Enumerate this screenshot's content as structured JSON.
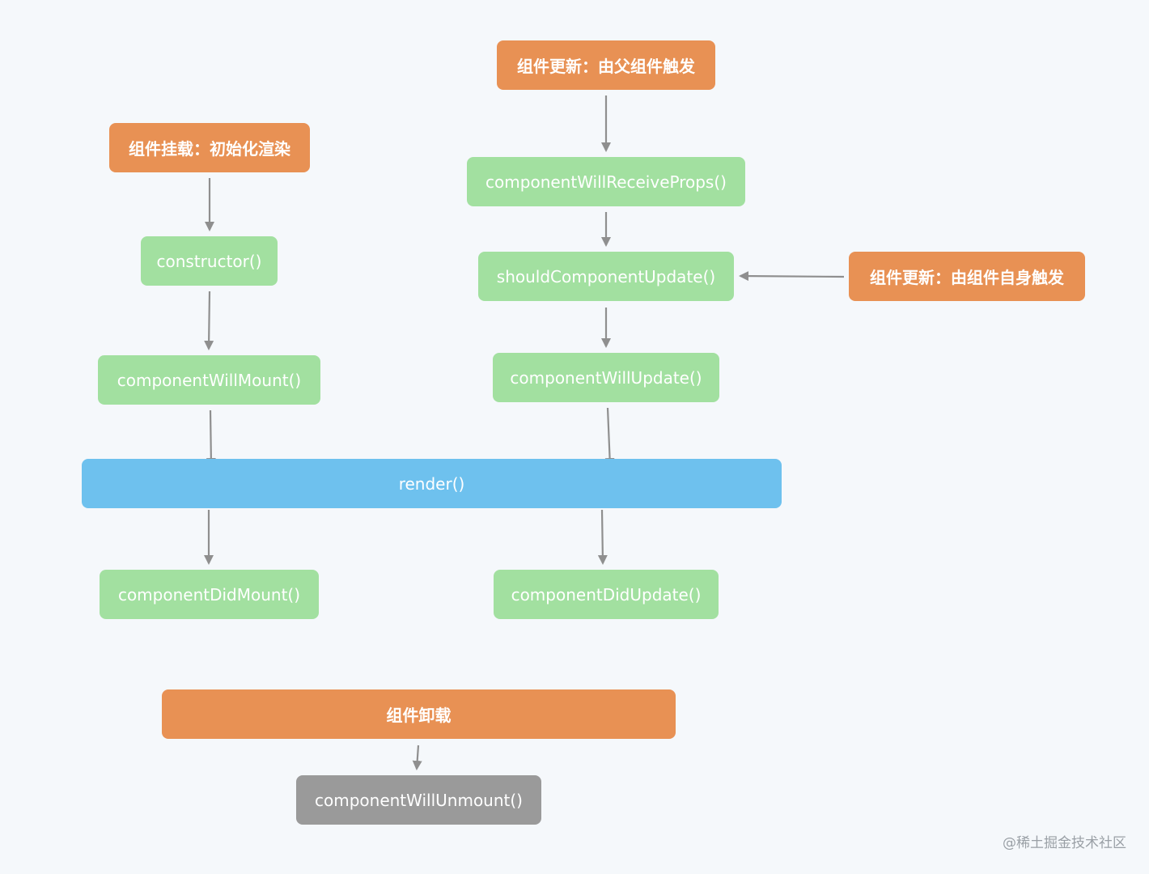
{
  "nodes": {
    "mount_trigger": "组件挂载：初始化渲染",
    "parent_update_trigger": "组件更新：由父组件触发",
    "self_update_trigger": "组件更新：由组件自身触发",
    "unmount_trigger": "组件卸载",
    "constructor": "constructor()",
    "will_mount": "componentWillMount()",
    "will_receive_props": "componentWillReceiveProps()",
    "should_update": "shouldComponentUpdate()",
    "will_update": "componentWillUpdate()",
    "render": "render()",
    "did_mount": "componentDidMount()",
    "did_update": "componentDidUpdate()",
    "will_unmount": "componentWillUnmount()"
  },
  "watermark": "@稀土掘金技术社区",
  "colors": {
    "trigger": "#e89154",
    "lifecycle": "#a2e0a0",
    "render": "#6ec1ee",
    "unmount": "#9a9a9a",
    "arrow": "#8f8f8f"
  }
}
